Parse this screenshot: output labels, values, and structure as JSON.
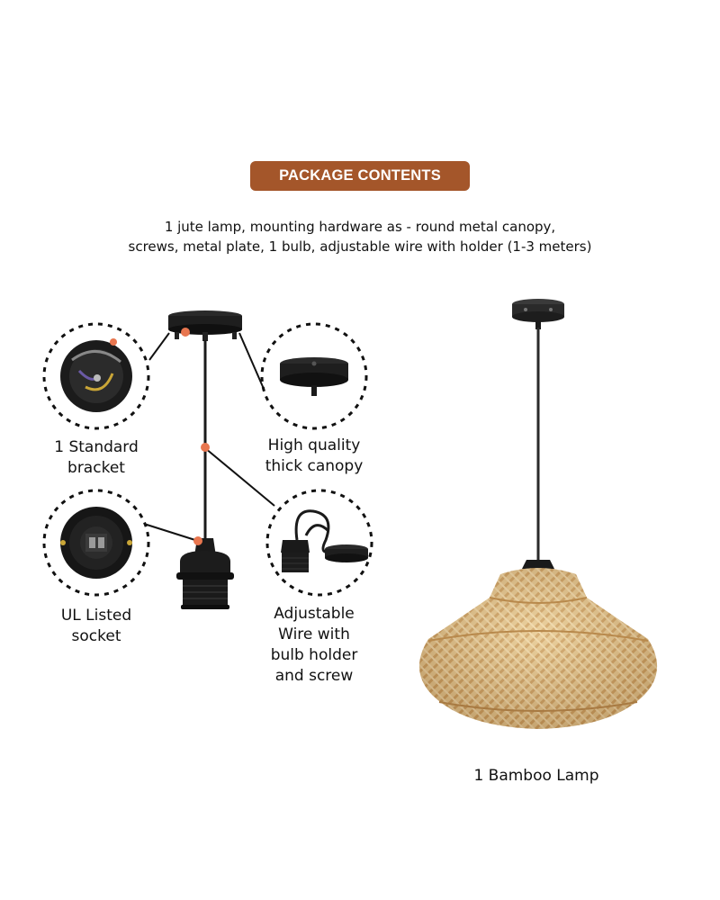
{
  "header": {
    "badge": "PACKAGE CONTENTS",
    "description_line1": "1 jute lamp, mounting hardware as - round metal canopy,",
    "description_line2": "screws, metal plate, 1 bulb, adjustable wire with holder (1-3 meters)"
  },
  "components": {
    "bracket": {
      "line1": "1 Standard",
      "line2": "bracket",
      "icon": "bracket-icon"
    },
    "canopy": {
      "line1": "High quality",
      "line2": "thick canopy",
      "icon": "canopy-icon"
    },
    "socket": {
      "line1": "UL Listed",
      "line2": "socket",
      "icon": "socket-icon"
    },
    "wire": {
      "line1": "Adjustable",
      "line2": "Wire with",
      "line3": "bulb holder",
      "line4": "and screw",
      "icon": "wire-holder-icon"
    }
  },
  "lamp": {
    "caption": "1 Bamboo Lamp"
  },
  "colors": {
    "badge_bg": "#a4562a",
    "connector_dot": "#e8764f",
    "bamboo": "#d9b57a",
    "hardware": "#1e1e1e"
  }
}
